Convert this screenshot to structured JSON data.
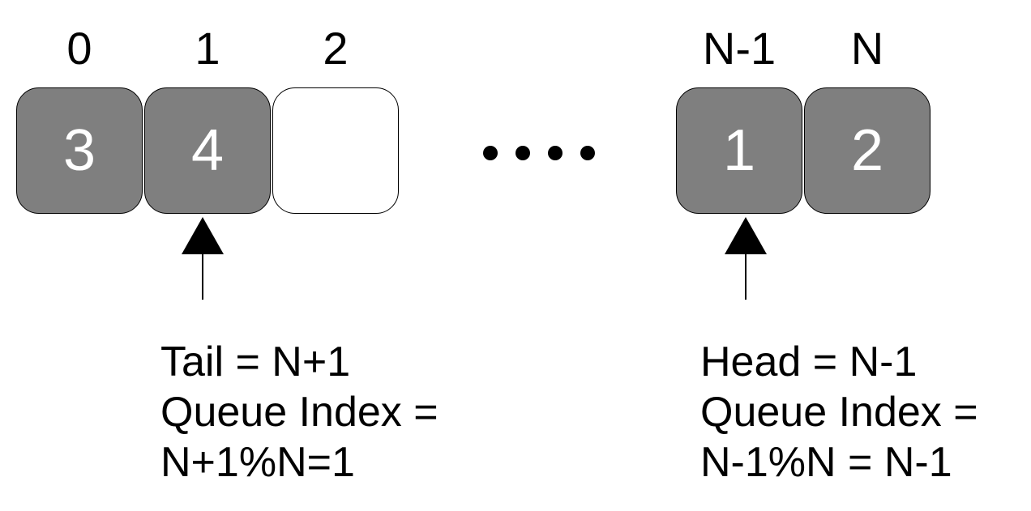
{
  "index_labels": [
    "0",
    "1",
    "2",
    "N-1",
    "N"
  ],
  "cells": [
    {
      "value": "3",
      "state": "filled"
    },
    {
      "value": "4",
      "state": "filled"
    },
    {
      "value": "",
      "state": "empty"
    },
    {
      "value": "1",
      "state": "filled"
    },
    {
      "value": "2",
      "state": "filled"
    }
  ],
  "ellipsis_dot_count": 4,
  "tail_note": {
    "line1": "Tail = N+1",
    "line2": "Queue Index =",
    "line3": "N+1%N=1"
  },
  "head_note": {
    "line1": "Head = N-1",
    "line2": "Queue Index =",
    "line3": "N-1%N = N-1"
  },
  "colors": {
    "filled_cell": "#7f7f7f",
    "empty_cell": "#ffffff",
    "cell_text": "#ffffff",
    "text": "#000000"
  }
}
